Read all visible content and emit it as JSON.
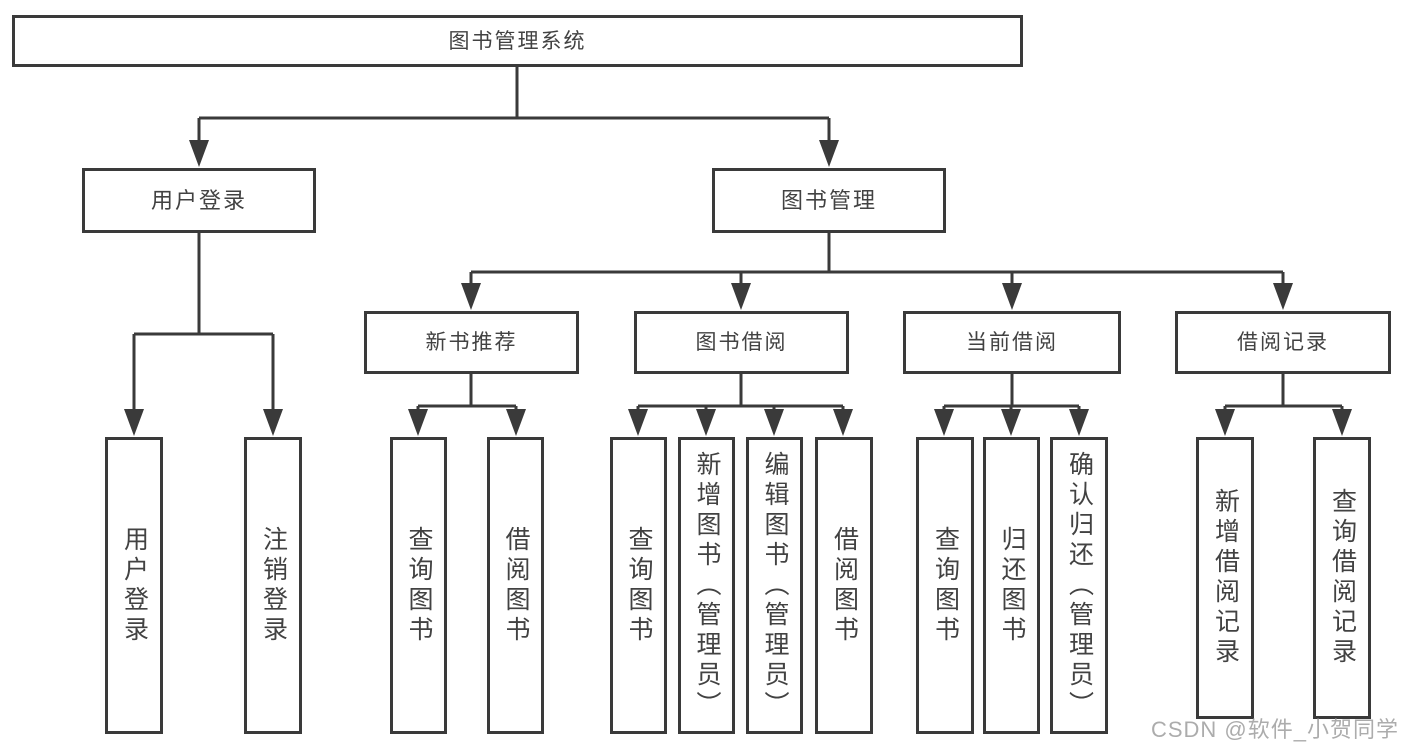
{
  "colors": {
    "line": "#3a3a3a",
    "box_border": "#3a3a3a",
    "text": "#424242",
    "watermark": "#9e9e9e",
    "background": "#ffffff"
  },
  "watermark": {
    "text": "CSDN @软件_小贺同学"
  },
  "tree": {
    "root": {
      "label": "图书管理系统",
      "children": [
        {
          "label": "用户登录",
          "children": [
            {
              "label": "用户登录"
            },
            {
              "label": "注销登录"
            }
          ]
        },
        {
          "label": "图书管理",
          "children": [
            {
              "label": "新书推荐",
              "children": [
                {
                  "label": "查询图书"
                },
                {
                  "label": "借阅图书"
                }
              ]
            },
            {
              "label": "图书借阅",
              "children": [
                {
                  "label": "查询图书"
                },
                {
                  "label": "新增图书（管理员）"
                },
                {
                  "label": "编辑图书（管理员）"
                },
                {
                  "label": "借阅图书"
                }
              ]
            },
            {
              "label": "当前借阅",
              "children": [
                {
                  "label": "查询图书"
                },
                {
                  "label": "归还图书"
                },
                {
                  "label": "确认归还（管理员）"
                }
              ]
            },
            {
              "label": "借阅记录",
              "children": [
                {
                  "label": "新增借阅记录"
                },
                {
                  "label": "查询借阅记录"
                }
              ]
            }
          ]
        }
      ]
    }
  }
}
